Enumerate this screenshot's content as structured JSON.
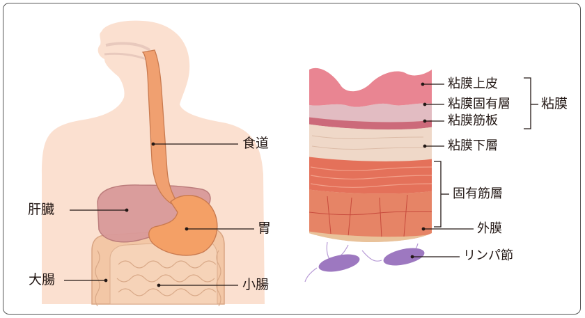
{
  "left_diagram": {
    "labels": {
      "esophagus": "食道",
      "liver": "肝臓",
      "stomach": "胃",
      "large_intestine": "大腸",
      "small_intestine": "小腸"
    }
  },
  "right_diagram": {
    "layers": {
      "mucosal_epithelium": "粘膜上皮",
      "lamina_propria": "粘膜固有層",
      "muscularis_mucosae": "粘膜筋板",
      "submucosa": "粘膜下層",
      "muscularis_propria": "固有筋層",
      "serosa": "外膜",
      "lymph_node": "リンパ節"
    },
    "group_label": "粘膜"
  },
  "colors": {
    "skin": "#fbe0d0",
    "liver": "#d99a9a",
    "stomach": "#f4a066",
    "esophagus": "#f0a070",
    "intestine": "#f2c4a4",
    "mucosa": "#e98592",
    "lamina": "#e2bcc2",
    "muscularis_mucosae": "#cc6a7a",
    "submucosa": "#efd8c8",
    "muscle": "#e4715a",
    "lymph_node": "#9d78c0"
  }
}
